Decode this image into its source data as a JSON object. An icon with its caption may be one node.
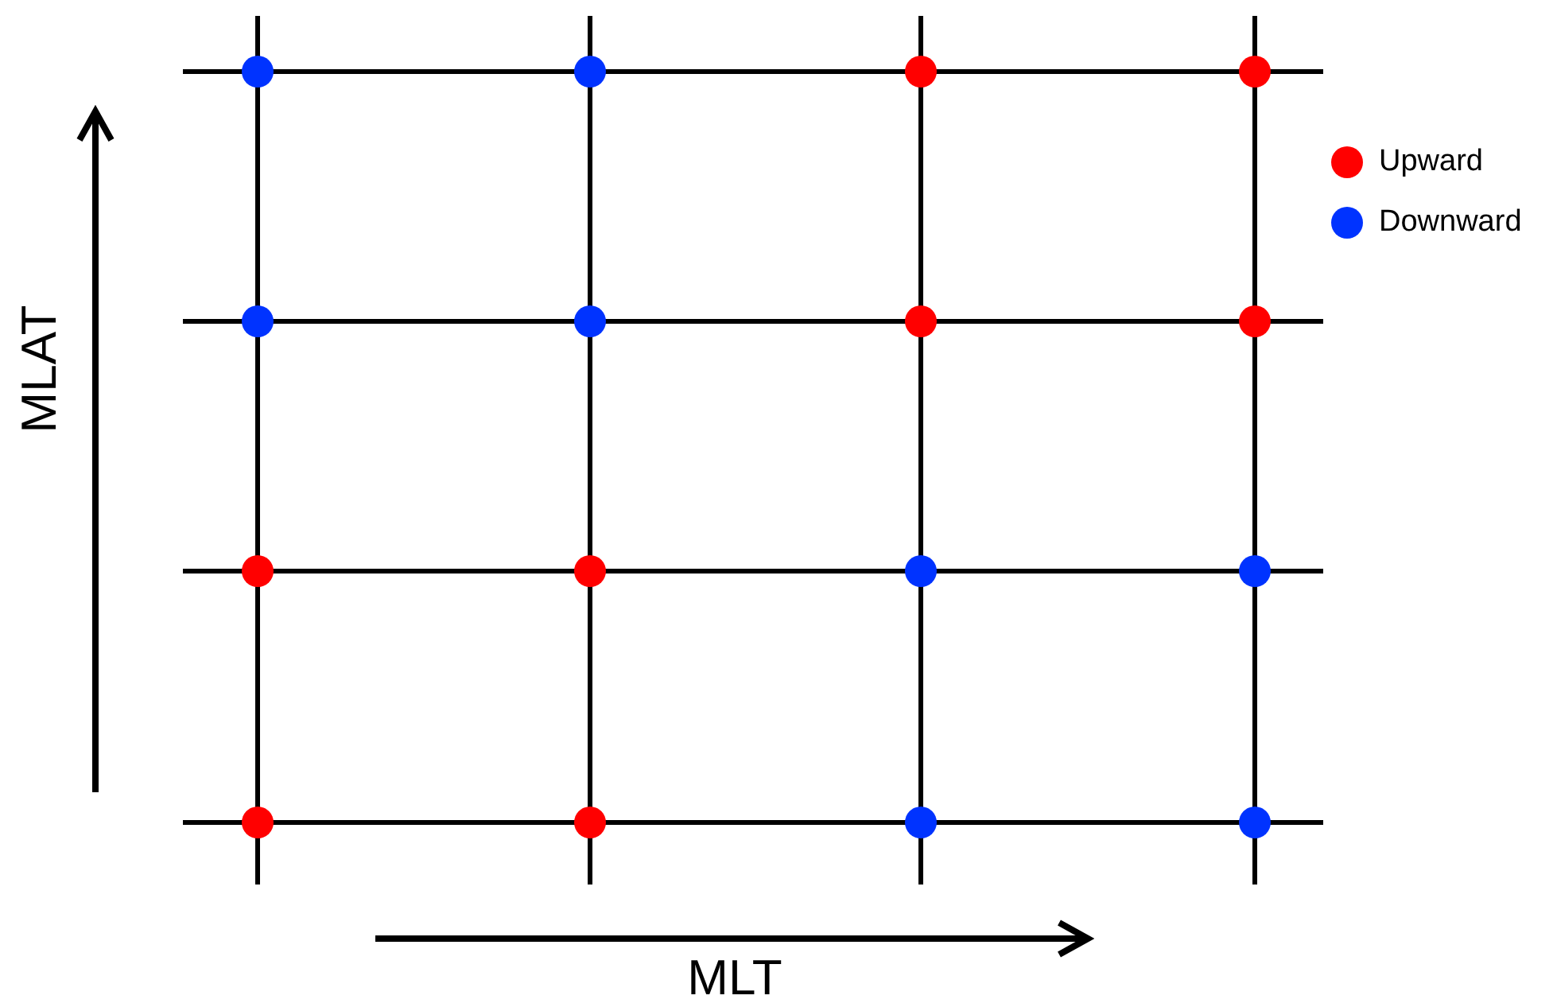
{
  "diagram": {
    "labels": [
      "MLAT",
      "MLT"
    ],
    "legend": [
      {
        "text": "Upward",
        "color": "#ff0000"
      },
      {
        "text": "Downward",
        "color": "#0033ff"
      }
    ]
  }
}
